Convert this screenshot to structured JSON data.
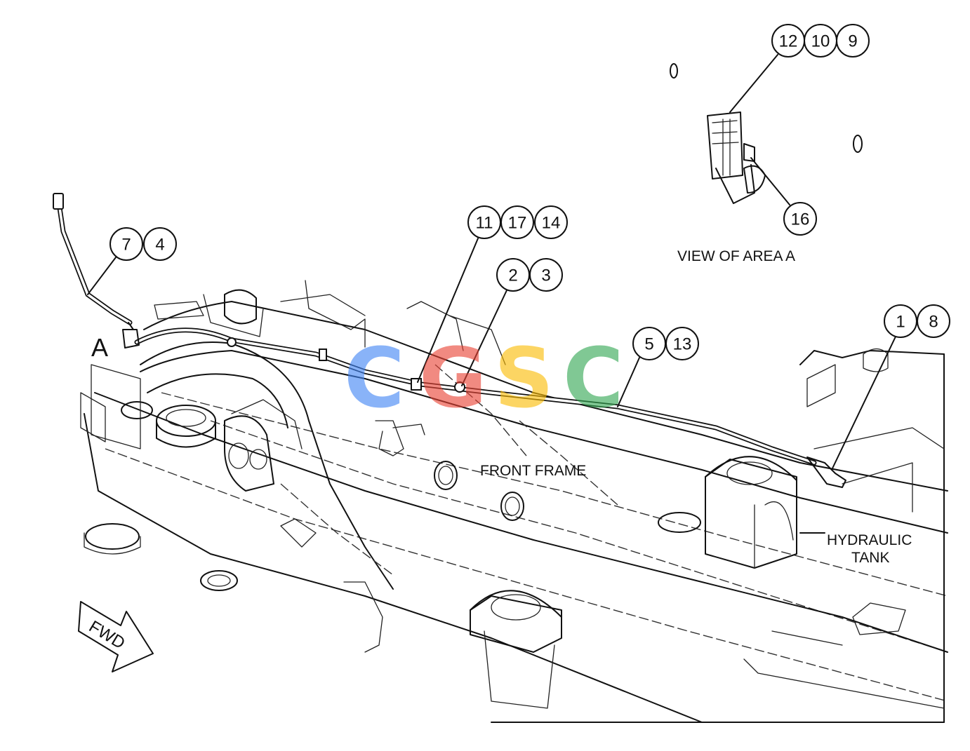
{
  "area_marker": "A",
  "labels": {
    "view_of_area": "VIEW OF AREA A",
    "front_frame": "FRONT FRAME",
    "hydraulic_tank_line1": "HYDRAULIC",
    "hydraulic_tank_line2": "TANK",
    "fwd": "FWD"
  },
  "callouts": {
    "view_a_top": [
      "12",
      "10",
      "9"
    ],
    "view_a_bottom": [
      "16"
    ],
    "left_fitting": [
      "7",
      "4"
    ],
    "mid_clip": [
      "11",
      "17",
      "14"
    ],
    "mid_clamp": [
      "2",
      "3"
    ],
    "main_hose": [
      "5",
      "13"
    ],
    "right_fitting": [
      "1",
      "8"
    ]
  },
  "watermark": {
    "letters": [
      "C",
      "G",
      "S",
      "C"
    ],
    "colors": [
      "#4285F4",
      "#EA4335",
      "#FBBC05",
      "#34A853"
    ]
  }
}
